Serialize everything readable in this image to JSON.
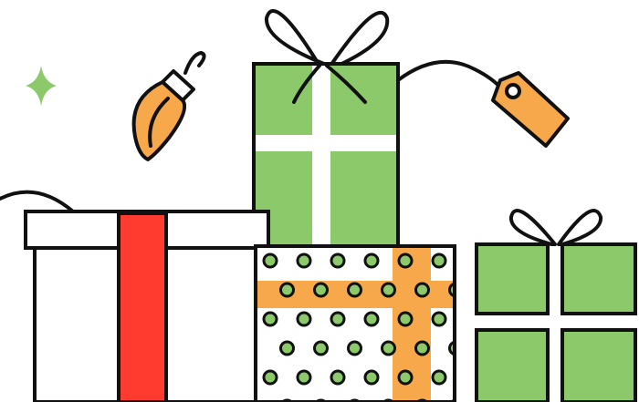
{
  "illustration": {
    "subject": "gift-boxes",
    "colors": {
      "outline": "#111111",
      "green": "#8cc96a",
      "red": "#ff3b2f",
      "orange": "#f7a84a",
      "white": "#ffffff",
      "sparkle": "#8cc96a"
    },
    "elements": [
      "sparkle-icon",
      "ornament-icon",
      "green-gift-box",
      "gift-tag",
      "white-gift-box",
      "polka-dot-gift-box",
      "small-green-gift-box"
    ]
  }
}
